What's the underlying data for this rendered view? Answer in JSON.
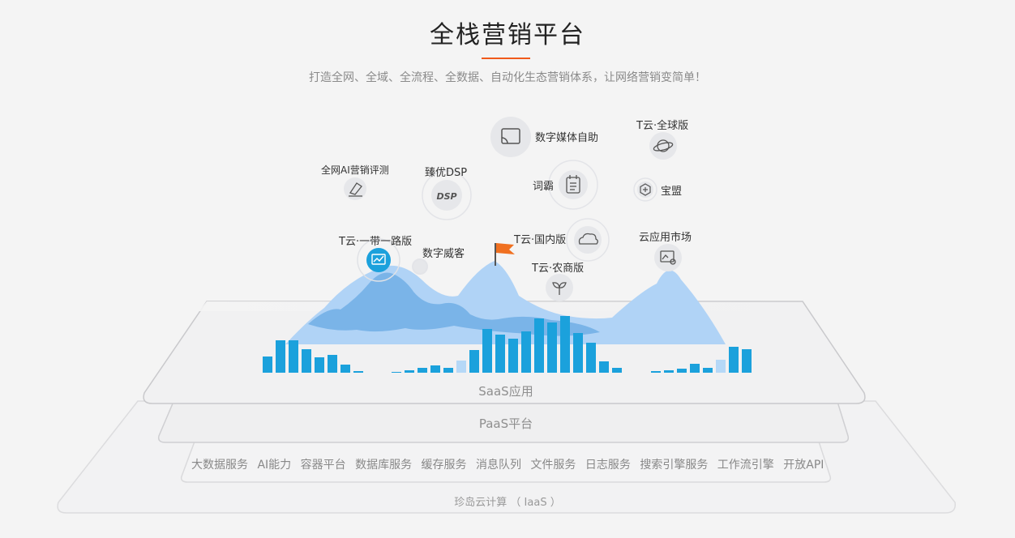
{
  "header": {
    "title": "全栈营销平台",
    "subtitle": "打造全网、全域、全流程、全数据、自动化生态营销体系，让网络营销变简单！",
    "accent_color": "#f05a1a"
  },
  "products": [
    {
      "id": "digital-media",
      "label": "数字媒体自助",
      "icon": "cast-icon"
    },
    {
      "id": "tcloud-global",
      "label": "T云·全球版",
      "icon": "planet-icon"
    },
    {
      "id": "ai-eval",
      "label": "全网AI营销评测",
      "icon": "eraser-icon"
    },
    {
      "id": "dsp",
      "label": "臻优DSP",
      "icon": "dsp-icon"
    },
    {
      "id": "ciba",
      "label": "词霸",
      "icon": "notepad-icon"
    },
    {
      "id": "baomeng",
      "label": "宝盟",
      "icon": "hexagon-plus-icon"
    },
    {
      "id": "belt-road",
      "label": "T云·一带一路版",
      "icon": "chart-screen-icon"
    },
    {
      "id": "weike",
      "label": "数字威客",
      "icon": "dot-icon"
    },
    {
      "id": "domestic",
      "label": "T云·国内版",
      "icon": "cloud-icon"
    },
    {
      "id": "app-market",
      "label": "云应用市场",
      "icon": "image-eye-icon"
    },
    {
      "id": "agri",
      "label": "T云·农商版",
      "icon": "sprout-icon"
    }
  ],
  "layers": {
    "saas": "SaaS应用",
    "paas": "PaaS平台",
    "iaas": "珍岛云计算 （ IaaS ）"
  },
  "paas_services": [
    "大数据服务",
    "AI能力",
    "容器平台",
    "数据库服务",
    "缓存服务",
    "消息队列",
    "文件服务",
    "日志服务",
    "搜索引擎服务",
    "工作流引擎",
    "开放API"
  ],
  "colors": {
    "bar": "#1ba1dc",
    "bar_light": "#b5d8f7",
    "mountain_light": "#b0d3f6",
    "mountain_dark": "#7ab4e8",
    "flag": "#f07020"
  }
}
